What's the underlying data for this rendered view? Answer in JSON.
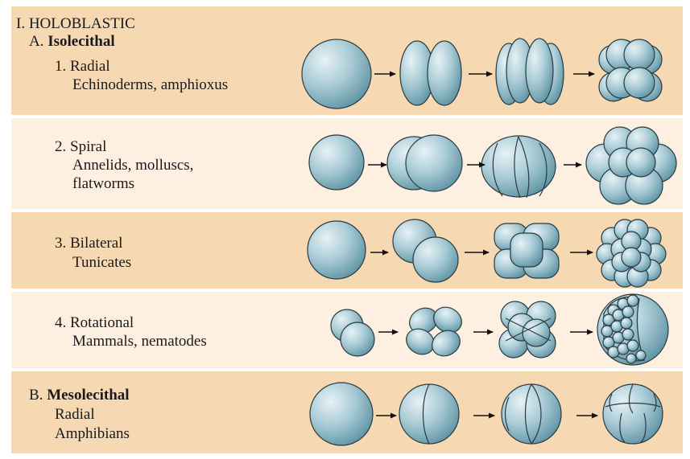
{
  "heading": "I. HOLOBLASTIC",
  "group_a": {
    "letter": "A.",
    "title": "Isolecithal"
  },
  "group_b": {
    "letter": "B.",
    "title": "Mesolecithal"
  },
  "rows": [
    {
      "number": "1.",
      "type": "Radial",
      "examples_1": "Echinoderms, amphioxus",
      "examples_2": ""
    },
    {
      "number": "2.",
      "type": "Spiral",
      "examples_1": "Annelids, molluscs,",
      "examples_2": "flatworms"
    },
    {
      "number": "3.",
      "type": "Bilateral",
      "examples_1": "Tunicates",
      "examples_2": ""
    },
    {
      "number": "4.",
      "type": "Rotational",
      "examples_1": "Mammals, nematodes",
      "examples_2": ""
    },
    {
      "number": "",
      "type": "Radial",
      "examples_1": "Amphibians",
      "examples_2": ""
    }
  ],
  "colors": {
    "band_dark": "#f6d9b2",
    "band_light": "#fdf0e1",
    "cell_light": "#dcebf0",
    "cell_mid": "#9cc4d1",
    "cell_dark": "#4e8799",
    "outline": "#2a3a40"
  }
}
